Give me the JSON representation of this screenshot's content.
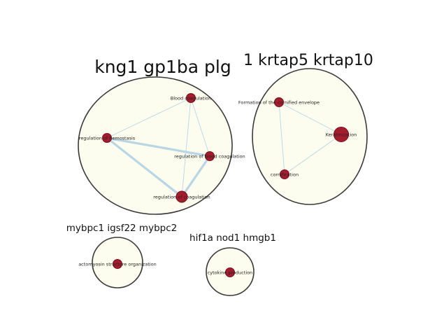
{
  "clusters": [
    {
      "id": "c1",
      "title": "kng1 gp1ba plg",
      "nodes": [
        {
          "id": "n1",
          "label": "Blood coagulation",
          "size": "small"
        },
        {
          "id": "n2",
          "label": "regulation of hemostasis",
          "size": "small"
        },
        {
          "id": "n3",
          "label": "regulation of blood coagulation",
          "size": "small"
        },
        {
          "id": "n4",
          "label": "regulation of coagulation",
          "size": "medium"
        }
      ],
      "edges": [
        {
          "from": "n1",
          "to": "n2",
          "weight": "thin"
        },
        {
          "from": "n1",
          "to": "n3",
          "weight": "thin"
        },
        {
          "from": "n1",
          "to": "n4",
          "weight": "thin"
        },
        {
          "from": "n2",
          "to": "n3",
          "weight": "thick"
        },
        {
          "from": "n2",
          "to": "n4",
          "weight": "thick"
        },
        {
          "from": "n3",
          "to": "n4",
          "weight": "thick"
        }
      ]
    },
    {
      "id": "c2",
      "title": "1 krtap5 krtap10",
      "nodes": [
        {
          "id": "m1",
          "label": "Formation of the cornified envelope",
          "size": "small"
        },
        {
          "id": "m2",
          "label": "Keratinization",
          "size": "large"
        },
        {
          "id": "m3",
          "label": "cornification",
          "size": "small"
        }
      ],
      "edges": [
        {
          "from": "m1",
          "to": "m2",
          "weight": "thin"
        },
        {
          "from": "m1",
          "to": "m3",
          "weight": "thin"
        },
        {
          "from": "m2",
          "to": "m3",
          "weight": "thin"
        }
      ]
    },
    {
      "id": "c3",
      "title": "mybpc1 igsf22 mybpc2",
      "nodes": [
        {
          "id": "p1",
          "label": "actomyosin structure organization",
          "size": "small"
        }
      ],
      "edges": []
    },
    {
      "id": "c4",
      "title": "hif1a nod1 hmgb1",
      "nodes": [
        {
          "id": "q1",
          "label": "cytokine production",
          "size": "small"
        }
      ],
      "edges": []
    }
  ],
  "colors": {
    "cluster_fill": "#fdfdef",
    "cluster_stroke": "#3a3a3a",
    "node_fill": "#a51d2d",
    "node_stroke": "#7a0f1e",
    "edge": "#b7d6e6"
  }
}
